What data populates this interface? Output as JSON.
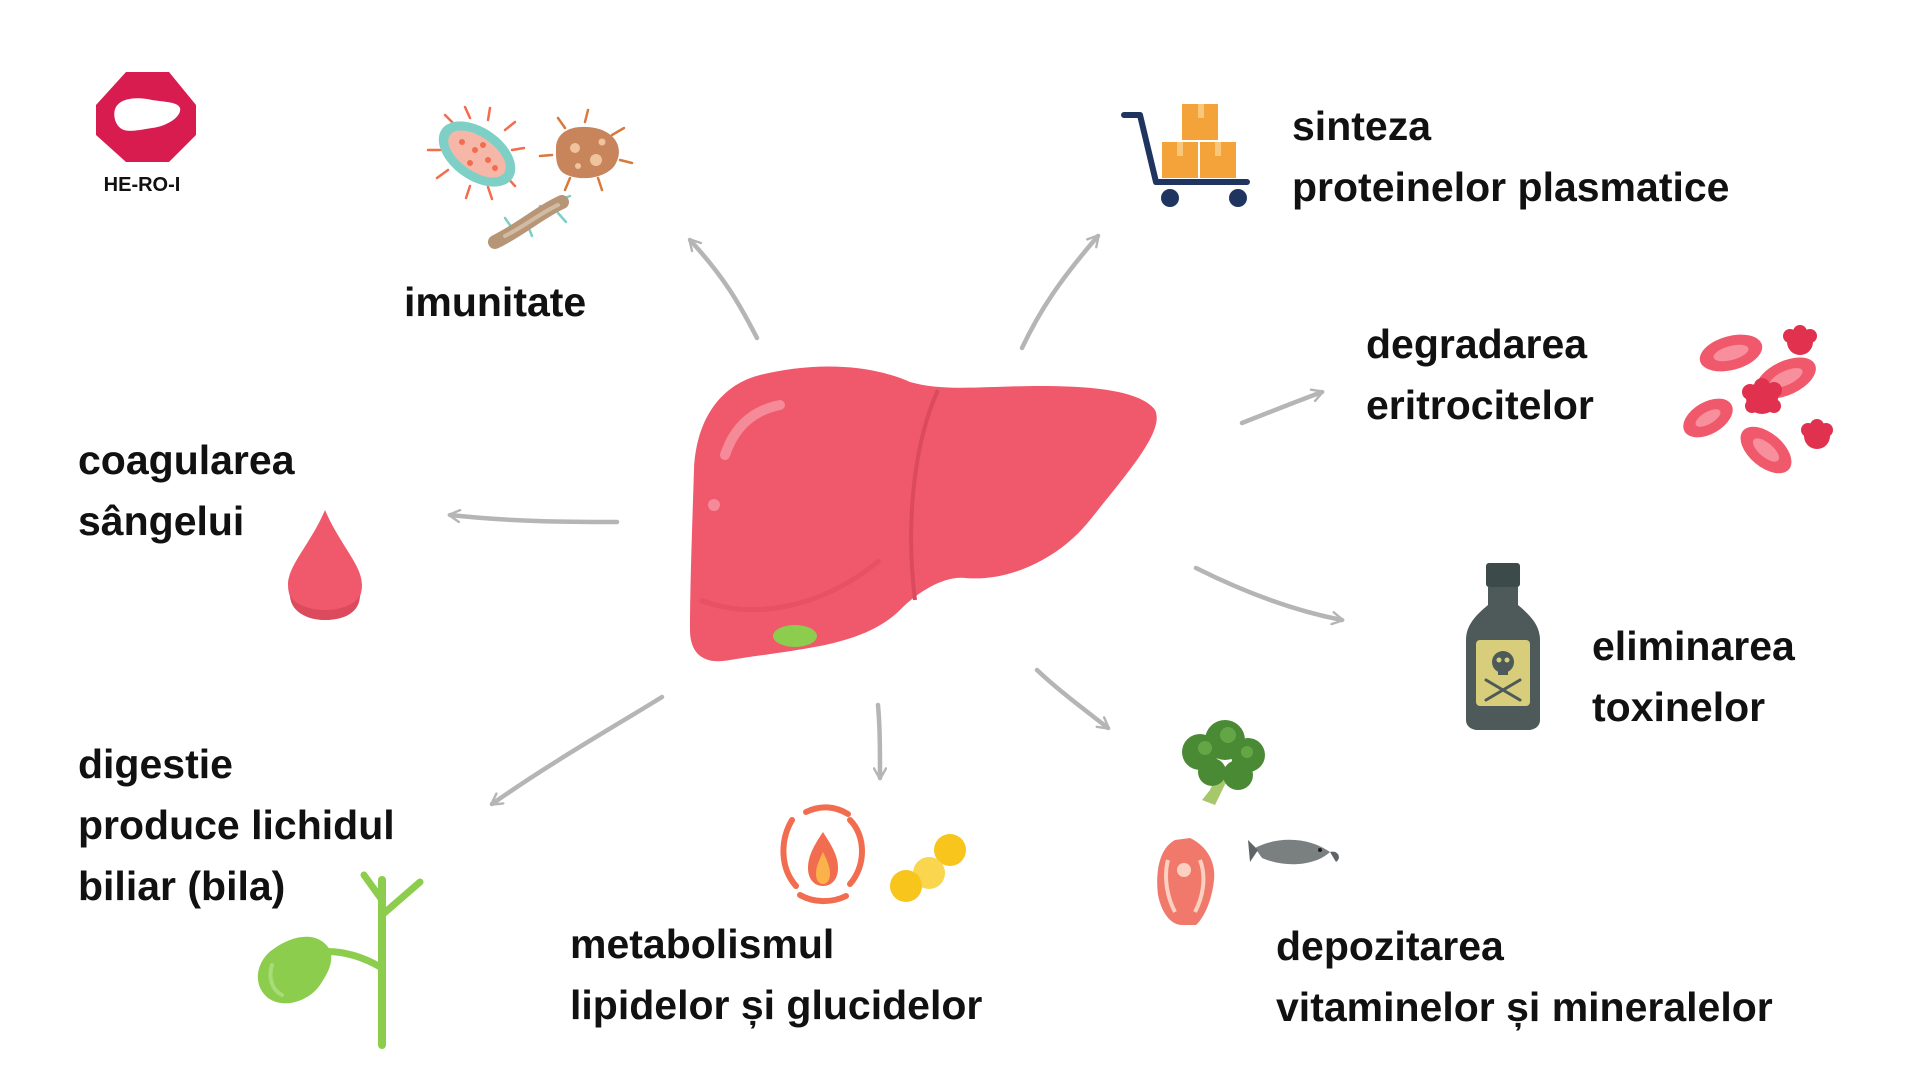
{
  "logo": {
    "text": "HE-RO-I"
  },
  "functions": {
    "immunity": {
      "line1": "imunitate"
    },
    "protein_synthesis": {
      "line1": "sinteza",
      "line2": "proteinelor plasmatice"
    },
    "erythrocyte_degradation": {
      "line1": "degradarea",
      "line2": "eritrocitelor"
    },
    "blood_clotting": {
      "line1": "coagularea",
      "line2": "sângelui"
    },
    "toxin_elimination": {
      "line1": "eliminarea",
      "line2": "toxinelor"
    },
    "digestion": {
      "line1": "digestie",
      "line2": "produce lichidul",
      "line3": "biliar (bila)"
    },
    "metabolism": {
      "line1": "metabolismul",
      "line2": "lipidelor și glucidelor"
    },
    "storage": {
      "line1": "depozitarea",
      "line2": "vitaminelor și mineralelor"
    }
  },
  "colors": {
    "liver": "#f0596c",
    "liver_shadow": "#dc4a5e",
    "gallbladder": "#8ccd4e",
    "arrow": "#b5b5b5",
    "logo_red": "#d91c50",
    "text": "#111111"
  },
  "icons": {
    "logo": "liver-stop-sign-icon",
    "immunity": "bacteria-icon",
    "protein_synthesis": "cart-with-boxes-icon",
    "erythrocyte_degradation": "red-blood-cells-icon",
    "blood_clotting": "blood-drop-icon",
    "toxin_elimination": "poison-bottle-icon",
    "digestion": "gallbladder-icon",
    "metabolism": "fire-and-fat-icon",
    "storage": "broccoli-fish-steak-icon"
  }
}
